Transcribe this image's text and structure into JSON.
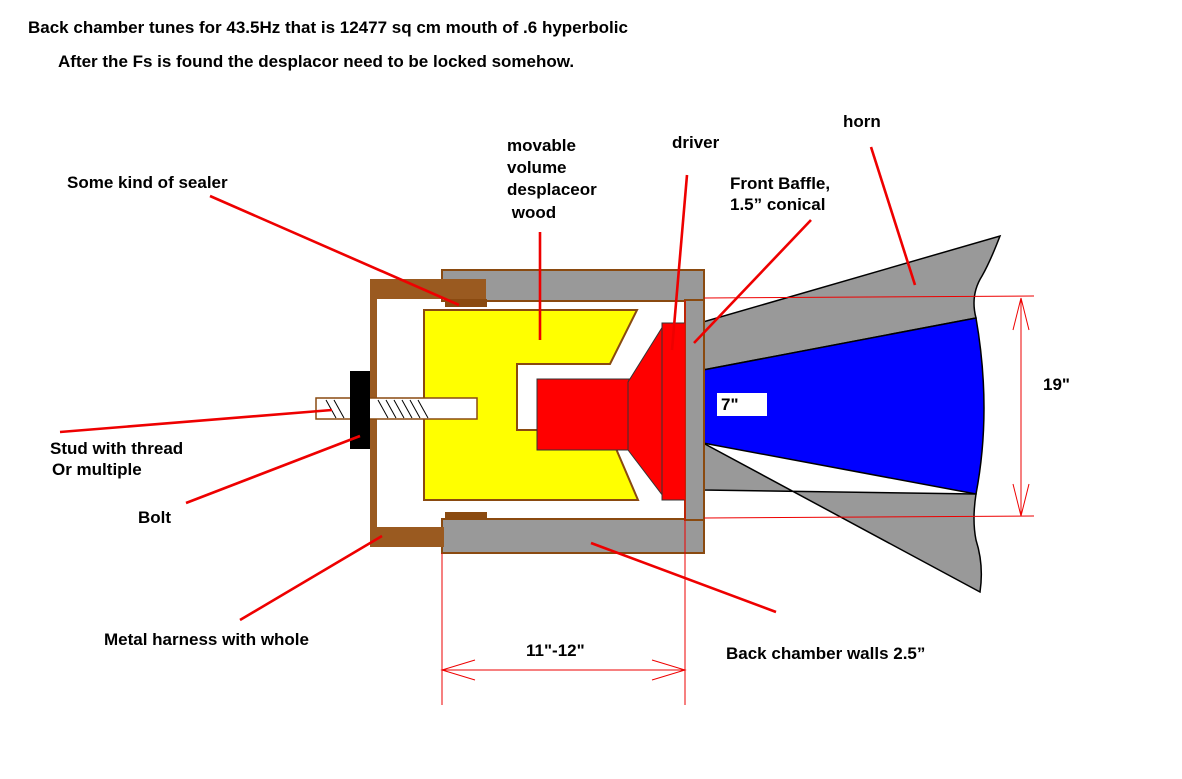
{
  "title": {
    "line1": "Back chamber tunes for 43.5Hz that is 12477 sq cm mouth of  .6 hyperbolic",
    "line2": "After the Fs is found the desplacor need to be locked somehow."
  },
  "labels": {
    "sealer": "Some kind of sealer",
    "displacer": [
      "movable",
      "volume",
      "desplaceor",
      " wood"
    ],
    "driver": "driver",
    "front_baffle": [
      "Front Baffle,",
      "1.5” conical"
    ],
    "horn": "horn",
    "stud": [
      "Stud with thread",
      "Or multiple"
    ],
    "bolt": "Bolt",
    "harness": "Metal harness with whole",
    "walls": "Back chamber walls 2.5”",
    "throat": "7\"",
    "mouth_height": "19\"",
    "chamber_length": "11\"-12\""
  },
  "colors": {
    "displacer": "#ffff00",
    "driver": "#ff0000",
    "horn_air": "#0000ff",
    "horn_wall": "#999999",
    "chamber_wall": "#999999",
    "harness": "#9a5a20",
    "bolt": "#000000",
    "leader": "#ee0000"
  }
}
